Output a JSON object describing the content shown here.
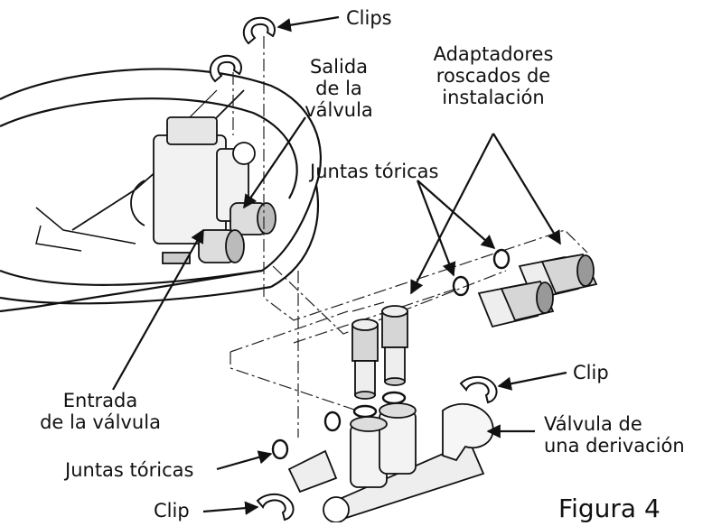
{
  "labels": {
    "clips": "Clips",
    "salida": [
      "Salida",
      "de la",
      "válvula"
    ],
    "adaptadores": [
      "Adaptadores",
      "roscados de",
      "instalación"
    ],
    "juntas_top": "Juntas tóricas",
    "clip_right": "Clip",
    "entrada": [
      "Entrada",
      "de la válvula"
    ],
    "valvula_derivacion": [
      "Válvula de",
      "una derivación"
    ],
    "juntas_bottom": "Juntas tóricas",
    "clip_bottom": "Clip",
    "figura": "Figura 4"
  }
}
